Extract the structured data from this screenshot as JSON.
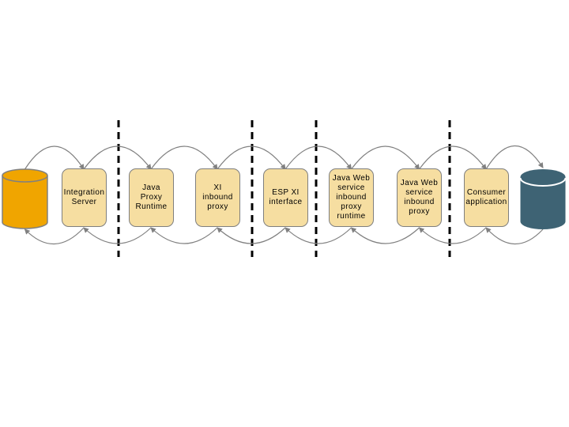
{
  "diagram": {
    "nodes": [
      {
        "id": "source-database",
        "type": "database-cylinder",
        "label": "",
        "color": "#F0A500"
      },
      {
        "id": "integration-server",
        "type": "process-box",
        "label": "Integration\nServer"
      },
      {
        "id": "java-proxy-runtime",
        "type": "process-box",
        "label": "Java\nProxy\nRuntime"
      },
      {
        "id": "xi-inbound-proxy",
        "type": "process-box",
        "label": "XI\ninbound\nproxy"
      },
      {
        "id": "esp-xi-interface",
        "type": "process-box",
        "label": "ESP XI\ninterface"
      },
      {
        "id": "java-web-service-inbound-proxy-runtime",
        "type": "process-box",
        "label": "Java Web\nservice\ninbound\nproxy\nruntime"
      },
      {
        "id": "java-web-service-inbound-proxy",
        "type": "process-box",
        "label": "Java Web\nservice\ninbound\nproxy"
      },
      {
        "id": "consumer-application",
        "type": "process-box",
        "label": "Consumer\napplication"
      },
      {
        "id": "target-database",
        "type": "database-cylinder",
        "label": "",
        "color": "#3E6374"
      }
    ],
    "connectors": {
      "top_arcs_flow": "left-to-right",
      "bottom_arcs_flow": "right-to-left",
      "color": "#808080"
    },
    "dividers": {
      "count": 4,
      "style": "dashed",
      "color": "#000000"
    },
    "colors": {
      "background": "#FFFFFF",
      "box_fill": "#F6DEA1",
      "box_border": "#7F7F7F",
      "source_cylinder": "#F0A500",
      "target_cylinder": "#3E6374",
      "connector": "#808080",
      "divider": "#000000"
    }
  }
}
